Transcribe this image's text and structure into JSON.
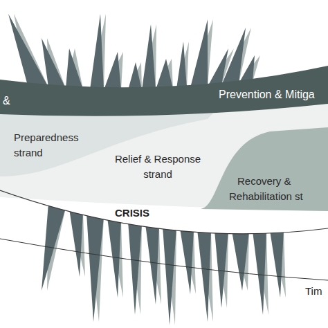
{
  "diagram": {
    "nodes": [
      {
        "text": [
          "&",
          "Prevention & Mitiga"
        ]
      },
      {
        "text": [
          "Preparedness strand"
        ]
      },
      {
        "text": [
          "Relief & Response strand"
        ]
      },
      {
        "text": [
          "Recovery & Rehabilitation st"
        ]
      }
    ],
    "labels": [
      "CRISIS",
      "Tim"
    ]
  }
}
